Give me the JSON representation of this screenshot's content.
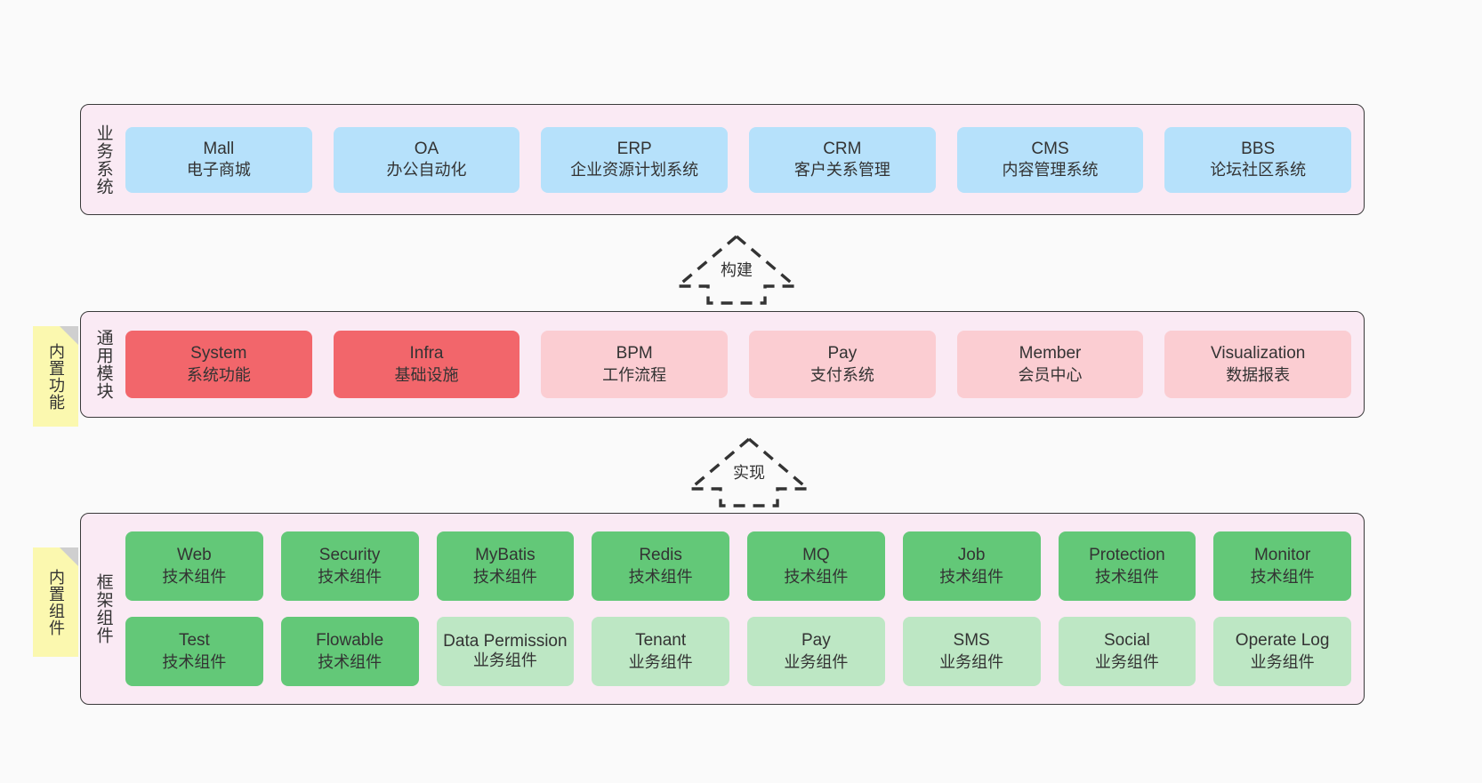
{
  "canvas": {
    "background": "#fafafa"
  },
  "palette": {
    "band_bg": "#FAEAF4",
    "band_border": "#3a3a3a",
    "blue": "#B6E1FB",
    "red": "#F2666B",
    "pink": "#FBCDD2",
    "green": "#63C878",
    "light_green": "#BDE7C4",
    "note_yellow": "#FBF8AF",
    "note_fold_gray": "#CFCFCF",
    "text": "#333333"
  },
  "layers": [
    {
      "id": "business-systems",
      "label": "业务系统",
      "cards": [
        {
          "en": "Mall",
          "cn": "电子商城",
          "color": "blue"
        },
        {
          "en": "OA",
          "cn": "办公自动化",
          "color": "blue"
        },
        {
          "en": "ERP",
          "cn": "企业资源计划系统",
          "color": "blue"
        },
        {
          "en": "CRM",
          "cn": "客户关系管理",
          "color": "blue"
        },
        {
          "en": "CMS",
          "cn": "内容管理系统",
          "color": "blue"
        },
        {
          "en": "BBS",
          "cn": "论坛社区系统",
          "color": "blue"
        }
      ]
    },
    {
      "id": "common-modules",
      "label": "通用模块",
      "note": "内置功能",
      "cards": [
        {
          "en": "System",
          "cn": "系统功能",
          "color": "red"
        },
        {
          "en": "Infra",
          "cn": "基础设施",
          "color": "red"
        },
        {
          "en": "BPM",
          "cn": "工作流程",
          "color": "pink"
        },
        {
          "en": "Pay",
          "cn": "支付系统",
          "color": "pink"
        },
        {
          "en": "Member",
          "cn": "会员中心",
          "color": "pink"
        },
        {
          "en": "Visualization",
          "cn": "数据报表",
          "color": "pink"
        }
      ]
    },
    {
      "id": "framework-components",
      "label": "框架组件",
      "note": "内置组件",
      "rows": [
        [
          {
            "en": "Web",
            "cn": "技术组件",
            "color": "green"
          },
          {
            "en": "Security",
            "cn": "技术组件",
            "color": "green"
          },
          {
            "en": "MyBatis",
            "cn": "技术组件",
            "color": "green"
          },
          {
            "en": "Redis",
            "cn": "技术组件",
            "color": "green"
          },
          {
            "en": "MQ",
            "cn": "技术组件",
            "color": "green"
          },
          {
            "en": "Job",
            "cn": "技术组件",
            "color": "green"
          },
          {
            "en": "Protection",
            "cn": "技术组件",
            "color": "green"
          },
          {
            "en": "Monitor",
            "cn": "技术组件",
            "color": "green"
          }
        ],
        [
          {
            "en": "Test",
            "cn": "技术组件",
            "color": "green"
          },
          {
            "en": "Flowable",
            "cn": "技术组件",
            "color": "green"
          },
          {
            "en": "Data Permission",
            "cn": "业务组件",
            "color": "light_green"
          },
          {
            "en": "Tenant",
            "cn": "业务组件",
            "color": "light_green"
          },
          {
            "en": "Pay",
            "cn": "业务组件",
            "color": "light_green"
          },
          {
            "en": "SMS",
            "cn": "业务组件",
            "color": "light_green"
          },
          {
            "en": "Social",
            "cn": "业务组件",
            "color": "light_green"
          },
          {
            "en": "Operate Log",
            "cn": "业务组件",
            "color": "light_green"
          }
        ]
      ]
    }
  ],
  "arrows": [
    {
      "id": "build",
      "label": "构建"
    },
    {
      "id": "implement",
      "label": "实现"
    }
  ]
}
